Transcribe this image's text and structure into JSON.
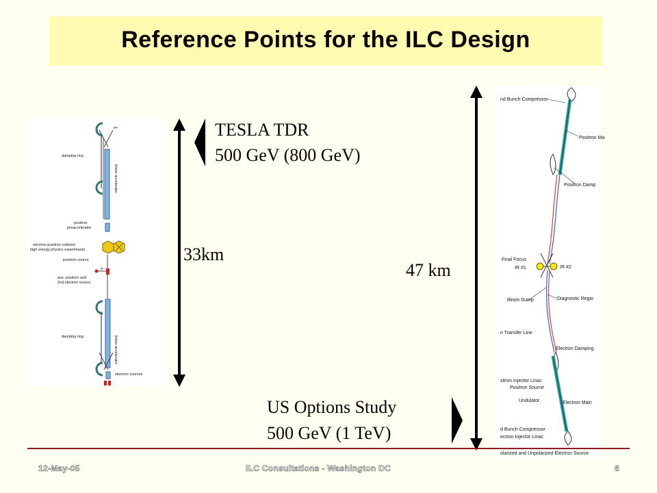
{
  "slide": {
    "title": "Reference Points for the ILC Design",
    "tesla": {
      "line1": "TESLA TDR",
      "line2": "500 GeV (800 GeV)"
    },
    "length_tesla": "33km",
    "length_us": "47 km",
    "us": {
      "line1": "US Options Study",
      "line2": "500 GeV (1 TeV)"
    }
  },
  "left_diagram": {
    "labels": {
      "damping_ring_top": "damping ring",
      "linear_accelerator_top": "linear accelerator",
      "positron_preaccelerator": "positron\npreaccelerator",
      "collision": "electron-positron collision\nhigh energy physics experiments",
      "positron_source": "positron source",
      "aux_source": "aux. positron and\n2nd electron source",
      "damping_ring_bottom": "damping ring",
      "linear_accelerator_bottom": "linear accelerator",
      "electron_sources": "electron sources",
      "e_plus": "e+",
      "e_minus": "e−"
    }
  },
  "right_diagram": {
    "labels": {
      "bunch_compressor_top": "nd Bunch Compressor",
      "positron_main": "Positron Ma",
      "positron_damp": "Positron Damp",
      "final_focus": "Final Focus",
      "ir1": "IR #1",
      "ir2": "IR #2",
      "beam_dump": "Beam Dump",
      "diagnostic_region": "Diagnostic Regio",
      "transfer_line": "n Transfer Line",
      "electron_damping": "Electron Damping",
      "positron_injector": "sitron Injector Linac",
      "positron_source": "Positron Source",
      "undulator": "Undulator",
      "electron_main": "Electron Main",
      "bunch_compressor_bottom": "d Bunch Compressor",
      "electron_injector": "ectron Injector Linac",
      "polarized_source": "olarized and Unpolarized Electron Source"
    }
  },
  "footer": {
    "date": "12-May-05",
    "event": "ILC Consultations - Washington DC",
    "page": "6"
  },
  "colors": {
    "title_bg": "#fffbb0",
    "page_bg": "#fffff2",
    "footer_rule": "#8a1a1a",
    "accelerator_blue": "#7fb4e0",
    "linac_teal": "#2aa69a",
    "hex_yellow": "#f2c81a"
  }
}
